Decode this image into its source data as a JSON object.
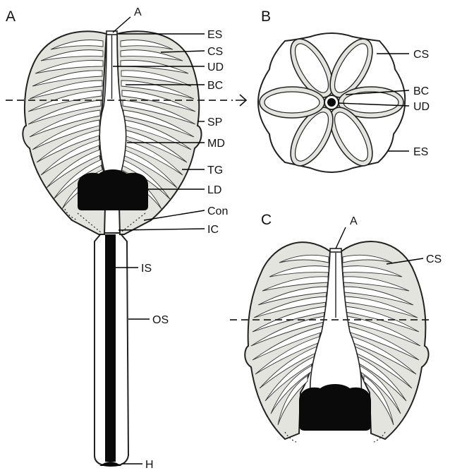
{
  "colors": {
    "tissue_fill": "#e4e4df",
    "outline": "#222222",
    "black_fill": "#0a0a0a",
    "background": "#ffffff"
  },
  "panels": {
    "a": {
      "panel_label": "A",
      "labels": {
        "apex": "A",
        "es": "ES",
        "cs": "CS",
        "ud": "UD",
        "bc": "BC",
        "sp": "SP",
        "md": "MD",
        "tg": "TG",
        "ld": "LD",
        "con": "Con",
        "ic": "IC",
        "is": "IS",
        "os": "OS",
        "h": "H"
      }
    },
    "b": {
      "panel_label": "B",
      "labels": {
        "cs": "CS",
        "bc": "BC",
        "ud": "UD",
        "es": "ES"
      }
    },
    "c": {
      "panel_label": "C",
      "labels": {
        "apex": "A",
        "cs": "CS"
      }
    }
  }
}
